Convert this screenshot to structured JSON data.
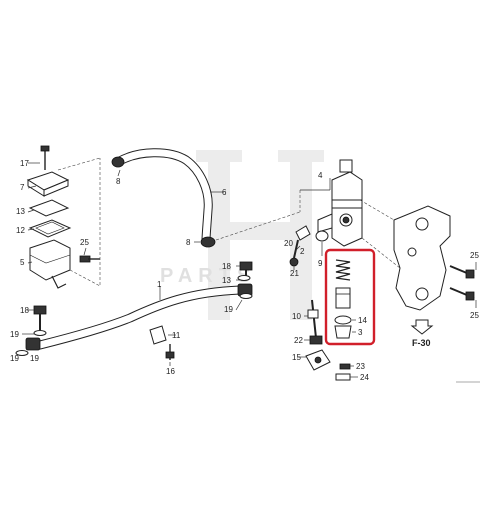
{
  "labels": {
    "p1": "1",
    "p2": "2",
    "p3": "3",
    "p4": "4",
    "p5": "5",
    "p6": "6",
    "p7": "7",
    "p8a": "8",
    "p8b": "8",
    "p9": "9",
    "p10": "10",
    "p11": "11",
    "p12": "12",
    "p13a": "13",
    "p13b": "13",
    "p14": "14",
    "p15": "15",
    "p16": "16",
    "p17": "17",
    "p18a": "18",
    "p18b": "18",
    "p19a": "19",
    "p19b": "19",
    "p19c": "19",
    "p19d": "19",
    "p20": "20",
    "p21": "21",
    "p22": "22",
    "p23": "23",
    "p24": "24",
    "p25a": "25",
    "p25b": "25",
    "p25c": "25"
  },
  "ref": "F-30",
  "watermark": "PARTS",
  "colors": {
    "highlight": "#d11f2a",
    "watermark": "#c9c9c9"
  }
}
